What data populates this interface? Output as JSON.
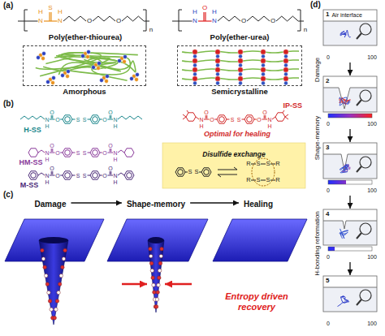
{
  "diagram": {
    "nodes": [
      {
        "text": [
          "Amorphous"
        ]
      },
      {
        "text": [
          "Semicrystalline"
        ]
      },
      {
        "text": [
          "Disulfide exchange"
        ]
      },
      {
        "text": [
          "Damage"
        ]
      },
      {
        "text": [
          "Shape-memory"
        ]
      },
      {
        "text": [
          "Healing"
        ]
      },
      {
        "text": [
          "1",
          "Air interface"
        ]
      },
      {
        "text": [
          "2"
        ]
      },
      {
        "text": [
          "3"
        ]
      },
      {
        "text": [
          "4"
        ]
      },
      {
        "text": [
          "5"
        ]
      }
    ],
    "edges": [
      {
        "from": 3,
        "to": 4,
        "arrow": "to"
      },
      {
        "from": 4,
        "to": 5,
        "arrow": "to"
      },
      {
        "from": 6,
        "to": 7,
        "arrow": "to"
      },
      {
        "from": 7,
        "to": 8,
        "arrow": "to"
      },
      {
        "from": 8,
        "to": 9,
        "arrow": "to"
      },
      {
        "from": 9,
        "to": 10,
        "arrow": "to"
      }
    ],
    "labels": [
      "(a)",
      "S",
      "H",
      "N",
      "N",
      "H",
      "O",
      "O",
      "n",
      "Poly(ether-thiourea)",
      "O",
      "H",
      "N",
      "N",
      "H",
      "O",
      "O",
      "n",
      "Poly(ether-urea)",
      "(b)",
      "H",
      "N",
      "O",
      "O",
      "S",
      "S",
      "O",
      "O",
      "N",
      "H",
      "H-SS",
      "H",
      "N",
      "O",
      "O",
      "S",
      "S",
      "O",
      "O",
      "N",
      "H",
      "IP-SS",
      "Optimal for healing",
      "H",
      "N",
      "O",
      "O",
      "S",
      "S",
      "O",
      "O",
      "N",
      "H",
      "HM-SS",
      "H",
      "N",
      "O",
      "O",
      "S",
      "S",
      "O",
      "O",
      "N",
      "H",
      "M-SS",
      "S",
      "S",
      "R",
      "S",
      "S",
      "R",
      "R",
      "S",
      "S",
      "R",
      "(c)",
      "Entropy driven recovery",
      "(d)",
      "Damage",
      "Shape-memory",
      "H-bonding reformation",
      "0",
      "100",
      "0",
      "100",
      "0",
      "100",
      "0",
      "100",
      "0",
      "100"
    ]
  }
}
